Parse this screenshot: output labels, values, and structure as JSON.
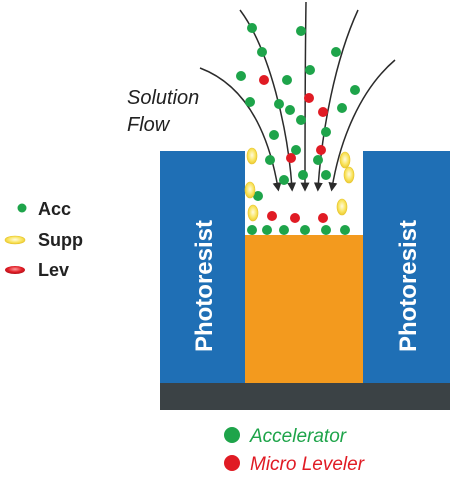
{
  "flow_label": {
    "line1": "Solution",
    "line2": "Flow"
  },
  "left_legend": [
    {
      "label": "Acc",
      "icon": "green-dot-icon"
    },
    {
      "label": "Supp",
      "icon": "yellow-ellipse-icon"
    },
    {
      "label": "Lev",
      "icon": "red-ellipse-icon"
    }
  ],
  "photoresist": {
    "left_label": "Photoresist",
    "right_label": "Photoresist"
  },
  "bottom_legend": [
    {
      "label": "Accelerator",
      "color": "#1ea44a"
    },
    {
      "label": "Micro Leveler",
      "color": "#e01b24"
    }
  ],
  "colors": {
    "photoresist": "#1f6fb5",
    "copper_fill": "#f39a1e",
    "substrate": "#3b4245",
    "accelerator": "#1ea44a",
    "leveler": "#e01b24",
    "suppressor": "#f7dc45",
    "legend_text_green": "#1ea44a",
    "legend_text_red": "#e01b24"
  }
}
